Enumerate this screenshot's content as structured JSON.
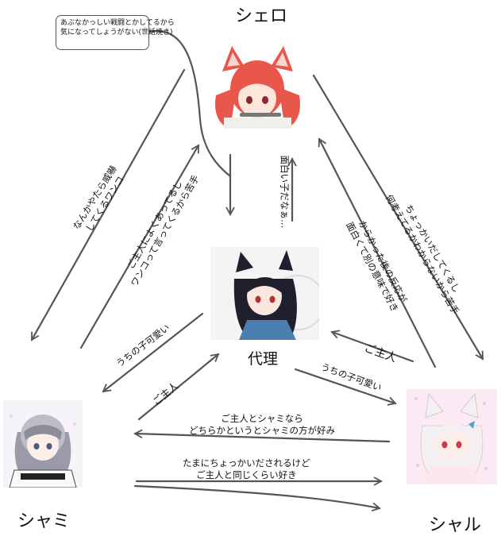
{
  "characters": {
    "top": "シェロ",
    "center": "代理",
    "left": "シャミ",
    "right": "シャル"
  },
  "note": {
    "line1": "あぶなかっしい戦闘とかしてるから",
    "line2": "気になってしょうがない(世話焼き)"
  },
  "relations": {
    "shamiToShero": [
      "なんかやたら威嚇",
      "してくるワンコ"
    ],
    "sheroToShami": [
      "ご主人によくあってるし",
      "ワンコって言ってくるから苦手"
    ],
    "sheroToCenter": "面白い子だなぁ…",
    "sheroToSharu": [
      "ちょっかいだしてくるし",
      "何考えてるかわからないから苦手"
    ],
    "sharuToShero": [
      "からかった後の反応が",
      "面白くて別の意味で好き"
    ],
    "centerToShami": "うちの子可愛い",
    "shamiToCenter": "ご主人",
    "sharuToCenter": "ご主人",
    "centerToSharu": "うちの子可愛い",
    "sharuToShami": [
      "ご主人とシャミなら",
      "どちらかというとシャミの方が好み"
    ],
    "shamiToSharu": [
      "たまにちょっかいだされるけど",
      "ご主人と同じくらい好き"
    ]
  },
  "colors": {
    "arrow": "#555555",
    "sheroHair": "#e9564a",
    "centerHair": "#1f1f2e",
    "shamiHair": "#9a9aa8",
    "sharuHair": "#f4f0f2"
  }
}
